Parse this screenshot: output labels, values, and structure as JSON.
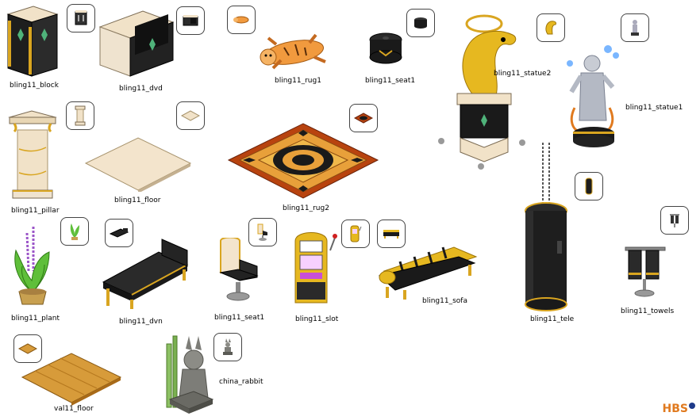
{
  "items": [
    {
      "key": "bling11_block",
      "label": "bling11_block"
    },
    {
      "key": "bling11_dvd",
      "label": "bling11_dvd"
    },
    {
      "key": "bling11_rug1",
      "label": "bling11_rug1"
    },
    {
      "key": "bling11_seat1_top",
      "label": "bling11_seat1"
    },
    {
      "key": "bling11_statue2",
      "label": "bling11_statue2"
    },
    {
      "key": "bling11_statue1",
      "label": "bling11_statue1"
    },
    {
      "key": "bling11_pillar",
      "label": "bling11_pillar"
    },
    {
      "key": "bling11_floor",
      "label": "bling11_floor"
    },
    {
      "key": "bling11_rug2",
      "label": "bling11_rug2"
    },
    {
      "key": "bling11_plant",
      "label": "bling11_plant"
    },
    {
      "key": "bling11_dvn",
      "label": "bling11_dvn"
    },
    {
      "key": "bling11_seat1",
      "label": "bling11_seat1"
    },
    {
      "key": "bling11_slot",
      "label": "bling11_slot"
    },
    {
      "key": "bling11_sofa",
      "label": "bling11_sofa"
    },
    {
      "key": "bling11_tele",
      "label": "bling11_tele"
    },
    {
      "key": "bling11_towels",
      "label": "bling11_towels"
    },
    {
      "key": "val11_floor",
      "label": "val11_floor"
    },
    {
      "key": "china_rabbit",
      "label": "china_rabbit"
    }
  ],
  "logo": {
    "text": "HBS"
  },
  "colors": {
    "black": "#1a1a1a",
    "gold": "#d9a520",
    "marble": "#f1e2c8",
    "green": "#4fb37a",
    "orange": "#e07a1f"
  }
}
